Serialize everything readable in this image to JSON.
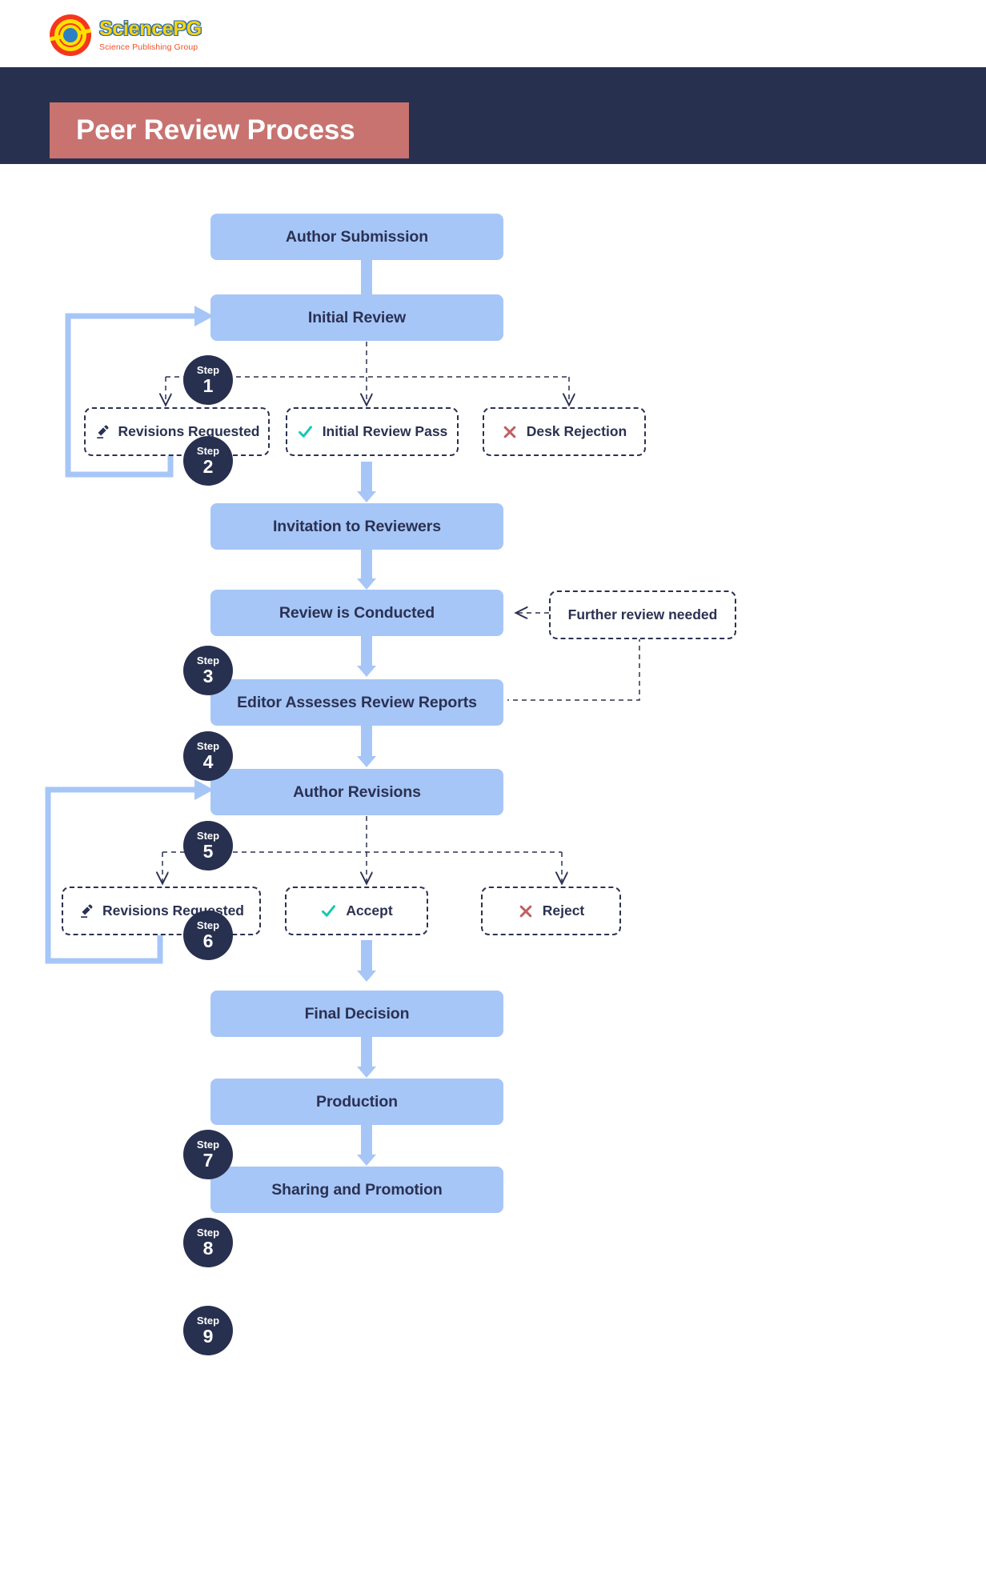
{
  "brand": {
    "name": "SciencePG",
    "tagline": "Science Publishing Group",
    "logo_icon": "sciencepg-circle-logo",
    "colors": {
      "logo_red": "#f5361e",
      "logo_yellow": "#ffe000",
      "logo_blue": "#2b7fc4"
    }
  },
  "header": {
    "title": "Peer Review Process",
    "band_color": "#28304f",
    "chip_color": "#c87370"
  },
  "theme": {
    "box_fill": "#a6c6f7",
    "badge_fill": "#28304f",
    "text_dark": "#2b3152",
    "accept_green": "#15c8ad",
    "reject_red": "#c06060"
  },
  "flow": {
    "badge_label": "Step",
    "steps": [
      {
        "num": "1",
        "label": "Author Submission"
      },
      {
        "num": "2",
        "label": "Initial Review"
      },
      {
        "num": "3",
        "label": "Invitation to Reviewers"
      },
      {
        "num": "4",
        "label": "Review is Conducted"
      },
      {
        "num": "5",
        "label": "Editor Assesses Review Reports"
      },
      {
        "num": "6",
        "label": "Author Revisions"
      },
      {
        "num": "7",
        "label": "Final Decision"
      },
      {
        "num": "8",
        "label": "Production"
      },
      {
        "num": "9",
        "label": "Sharing and Promotion"
      }
    ],
    "decisions_row1": [
      {
        "label": "Revisions Requested",
        "icon": "pencil-icon"
      },
      {
        "label": "Initial Review Pass",
        "icon": "check-icon"
      },
      {
        "label": "Desk Rejection",
        "icon": "cross-icon"
      }
    ],
    "decisions_row2": [
      {
        "label": "Revisions Requested",
        "icon": "pencil-icon"
      },
      {
        "label": "Accept",
        "icon": "check-icon"
      },
      {
        "label": "Reject",
        "icon": "cross-icon"
      }
    ],
    "side_note": {
      "label": "Further review needed"
    }
  }
}
